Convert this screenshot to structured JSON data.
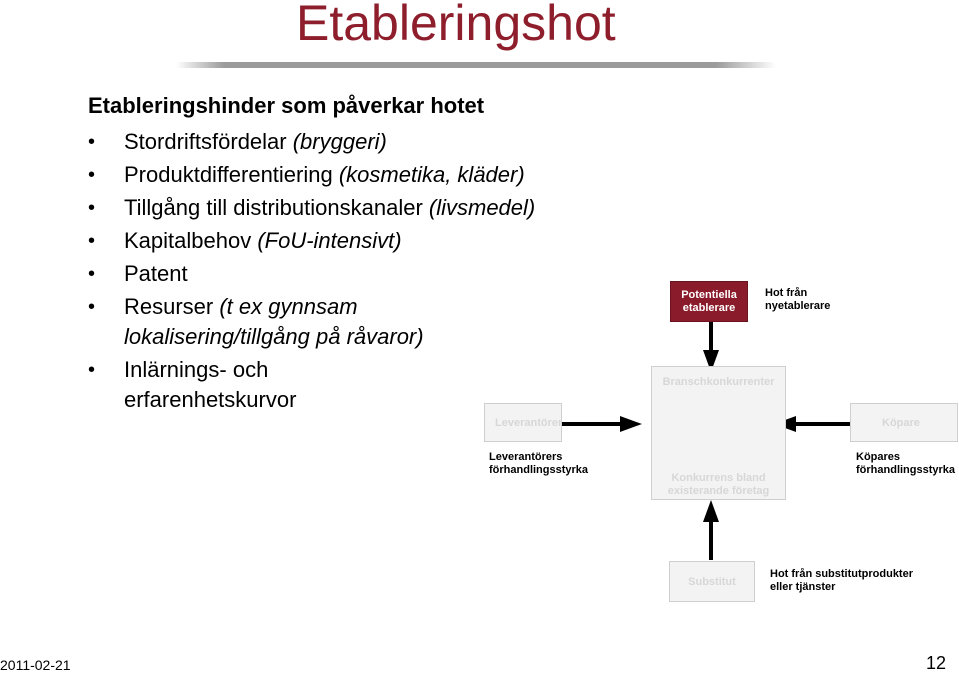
{
  "slide": {
    "title": "Etableringshot",
    "heading": "Etableringshinder som påverkar hotet",
    "bullets": [
      {
        "main": "Stordriftsfördelar ",
        "em": "(bryggeri)"
      },
      {
        "main": "Produktdifferentiering ",
        "em": "(kosmetika, kläder)"
      },
      {
        "main": "Tillgång till distributionskanaler ",
        "em": "(livsmedel)"
      },
      {
        "main": "Kapitalbehov ",
        "em": "(FoU-intensivt)"
      },
      {
        "main": "Patent",
        "em": ""
      },
      {
        "main": "Resurser ",
        "em": "(t ex gynnsam lokalisering/tillgång på råvaror)"
      },
      {
        "main": "Inlärnings- och erfarenhetskurvor",
        "em": ""
      }
    ]
  },
  "diagram": {
    "potential_entrants": "Potentiella etablerare",
    "threat_new": "Hot från nyetablerare",
    "industry_competitors": "Branschkonkurrenter",
    "suppliers": "Leverantörer",
    "buyers": "Köpare",
    "supplier_power": "Leverantörers förhandlingsstyrka",
    "rivalry": "Konkurrens bland existerande företag",
    "buyer_power": "Köpares förhandlingsstyrka",
    "substitute": "Substitut",
    "threat_substitute": "Hot från substitutprodukter eller tjänster",
    "colors": {
      "accent": "#8a1b2a",
      "faded": "#d7d7d7"
    }
  },
  "footer": {
    "date": "2011-02-21",
    "page": "12"
  }
}
